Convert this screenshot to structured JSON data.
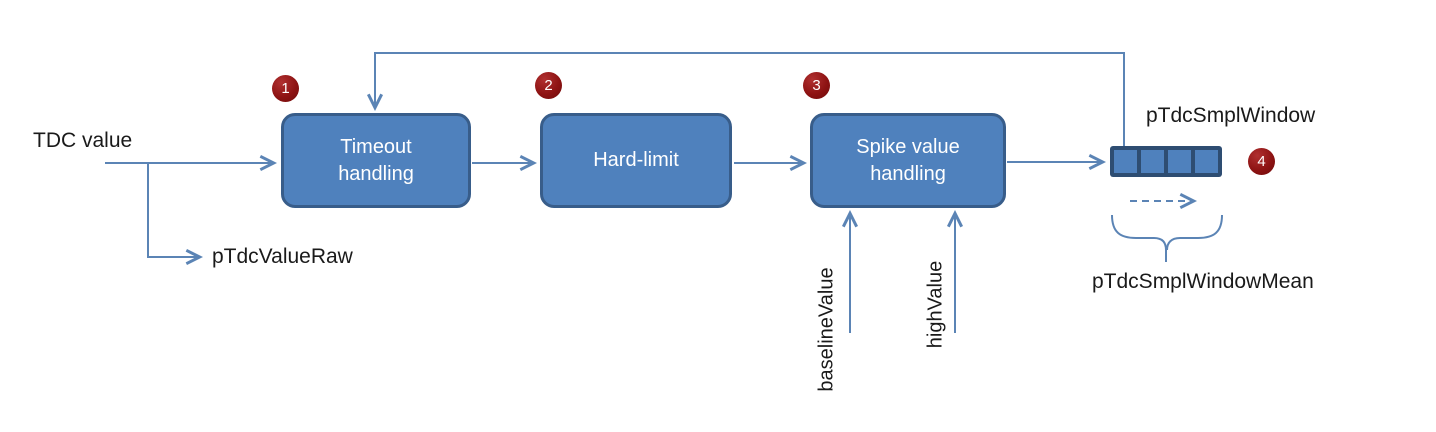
{
  "diagram": {
    "input_label": "TDC value",
    "raw_output_label": "pTdcValueRaw",
    "steps": [
      {
        "number": "1",
        "label": "Timeout handling"
      },
      {
        "number": "2",
        "label": "Hard-limit"
      },
      {
        "number": "3",
        "label": "Spike value handling"
      }
    ],
    "window": {
      "number": "4",
      "label": "pTdcSmplWindow",
      "cells": 4,
      "mean_label": "pTdcSmplWindowMean"
    },
    "parameters": [
      {
        "label": "baselineValue"
      },
      {
        "label": "highValue"
      }
    ],
    "colors": {
      "box_fill": "#4f81bd",
      "box_border": "#385d8a",
      "window_border": "#2e4d72",
      "connector": "#5b84b5",
      "badge": "#8e1313",
      "text": "#1a1a1a"
    }
  }
}
